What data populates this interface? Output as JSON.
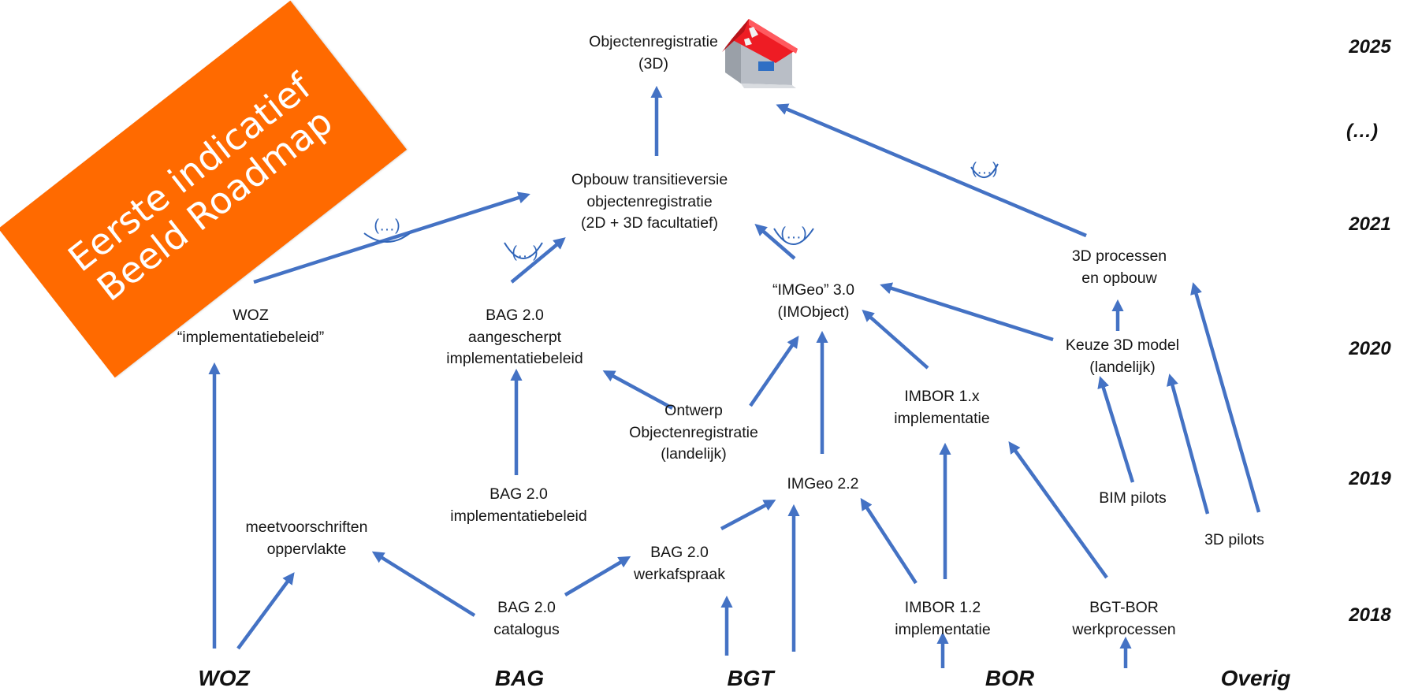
{
  "banner": {
    "line1": "Eerste indicatief",
    "line2": "Beeld Roadmap",
    "color": "#ff6a00"
  },
  "arrow_color": "#4472c4",
  "icons": {
    "house": "house-3d-icon"
  },
  "years": [
    "2025",
    "(…)",
    "2021",
    "2020",
    "2019",
    "2018"
  ],
  "tracks": [
    "WOZ",
    "BAG",
    "BGT",
    "BOR",
    "Overig"
  ],
  "ellipsis": "(…)",
  "nodes": {
    "objectenregistratie_3d": [
      "Objectenregistratie",
      "(3D)"
    ],
    "opbouw_transitieversie": [
      "Opbouw transitieversie",
      "objectenregistratie",
      "(2D + 3D facultatief)"
    ],
    "processen_3d": [
      "3D processen",
      "en opbouw"
    ],
    "imgeo_30": [
      "“IMGeo” 3.0",
      "(IMObject)"
    ],
    "woz_implementatiebeleid": [
      "WOZ",
      "“implementatiebeleid”"
    ],
    "bag20_aangescherpt": [
      "BAG 2.0",
      "aangescherpt",
      "implementatiebeleid"
    ],
    "keuze_3d_model": [
      "Keuze 3D model",
      "(landelijk)"
    ],
    "ontwerp_objectenregistratie": [
      "Ontwerp",
      "Objectenregistratie",
      "(landelijk)"
    ],
    "imbor_1x": [
      "IMBOR 1.x",
      "implementatie"
    ],
    "imgeo_22": [
      "IMGeo 2.2"
    ],
    "bag20_implementatiebeleid": [
      "BAG 2.0",
      "implementatiebeleid"
    ],
    "bim_pilots": [
      "BIM pilots"
    ],
    "meetvoorschriften": [
      "meetvoorschriften",
      "oppervlakte"
    ],
    "pilots_3d": [
      "3D pilots"
    ],
    "bag20_werkafspraak": [
      "BAG 2.0",
      "werkafspraak"
    ],
    "bag20_catalogus": [
      "BAG 2.0",
      "catalogus"
    ],
    "imbor_12": [
      "IMBOR 1.2",
      "implementatie"
    ],
    "bgt_bor_werkprocessen": [
      "BGT-BOR",
      "werkprocessen"
    ]
  }
}
